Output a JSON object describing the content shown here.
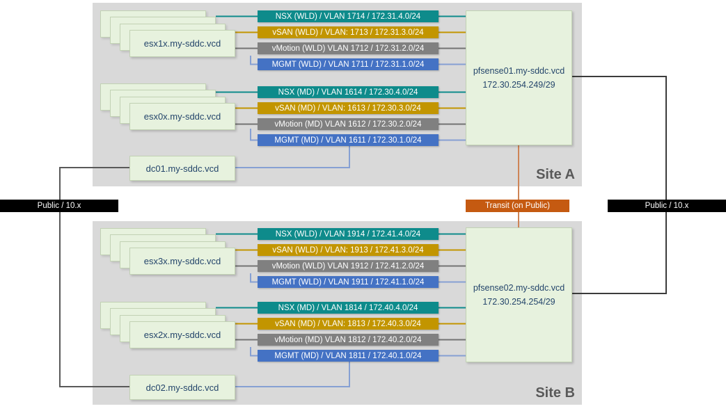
{
  "siteA": {
    "label": "Site A",
    "esx_wld": {
      "host": "esx1x.my-sddc.vcd",
      "vlans": [
        "NSX (WLD) / VLAN 1714 / 172.31.4.0/24",
        "vSAN (WLD) / VLAN: 1713 / 172.31.3.0/24",
        "vMotion (WLD) VLAN 1712 / 172.31.2.0/24",
        "MGMT (WLD) / VLAN 1711 / 172.31.1.0/24"
      ]
    },
    "esx_md": {
      "host": "esx0x.my-sddc.vcd",
      "vlans": [
        "NSX (MD) / VLAN 1614 / 172.30.4.0/24",
        "vSAN (MD) / VLAN: 1613 / 172.30.3.0/24",
        "vMotion (MD) VLAN 1612 / 172.30.2.0/24",
        "MGMT (MD) / VLAN 1611 / 172.30.1.0/24"
      ]
    },
    "dc": "dc01.my-sddc.vcd",
    "router_name": "pfsense01.my-sddc.vcd",
    "router_ip": "172.30.254.249/29"
  },
  "siteB": {
    "label": "Site B",
    "esx_wld": {
      "host": "esx3x.my-sddc.vcd",
      "vlans": [
        "NSX (WLD) / VLAN 1914 / 172.41.4.0/24",
        "vSAN (WLD) / VLAN: 1913 / 172.41.3.0/24",
        "vMotion (WLD) VLAN 1912 / 172.41.2.0/24",
        "MGMT (WLD) / VLAN 1911 / 172.41.1.0/24"
      ]
    },
    "esx_md": {
      "host": "esx2x.my-sddc.vcd",
      "vlans": [
        "NSX (MD) / VLAN 1814 / 172.40.4.0/24",
        "vSAN (MD) / VLAN: 1813 / 172.40.3.0/24",
        "vMotion (MD) VLAN 1812 / 172.40.2.0/24",
        "MGMT (MD) / VLAN 1811 / 172.40.1.0/24"
      ]
    },
    "dc": "dc02.my-sddc.vcd",
    "router_name": "pfsense02.my-sddc.vcd",
    "router_ip": "172.30.254.254/29"
  },
  "buses": {
    "public_left": "Public / 10.x",
    "public_right": "Public / 10.x",
    "transit": "Transit (on Public)"
  },
  "colors": {
    "nsx": "#0e8b8b",
    "vsan": "#c29500",
    "vmotion": "#808080",
    "mgmt": "#4472c4",
    "transit": "#c55a11",
    "public": "#000000",
    "node_fill": "#e7f2de",
    "site_fill": "#d9d9d9",
    "site_label_text": "#595959",
    "node_text": "#24456b"
  }
}
